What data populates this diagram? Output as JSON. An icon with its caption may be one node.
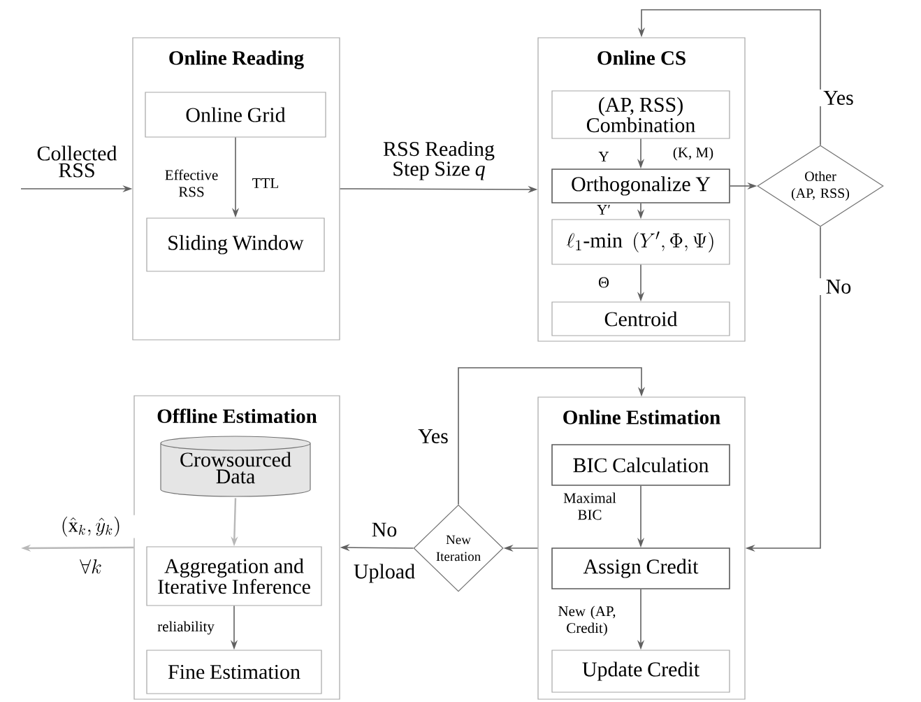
{
  "diagram": {
    "nodes": [
      {
        "text": [
          "Online Reading"
        ]
      },
      {
        "text": [
          "Online Grid"
        ],
        "in": 0
      },
      {
        "text": [
          "Sliding Window"
        ],
        "in": 0
      },
      {
        "text": [
          "Online CS"
        ]
      },
      {
        "text": [
          "(AP, RSS) Combination"
        ],
        "in": 3
      },
      {
        "text": [
          "Orthogonalize Y"
        ],
        "in": 3
      },
      {
        "text": [
          "\\ell_1\\text{-min}\\ \\ (Y',\\Phi,\\Psi)"
        ],
        "in": 3
      },
      {
        "text": [
          "Centroid"
        ],
        "in": 3
      },
      {
        "text": [
          "Other (AP, RSS)"
        ]
      },
      {
        "text": [
          "Offline Estimation"
        ]
      },
      {
        "text": [
          "Crowsourced Data"
        ],
        "in": 9
      },
      {
        "text": [
          "Aggregation and Iterative Inference"
        ],
        "in": 9
      },
      {
        "text": [
          "Fine Estimation"
        ],
        "in": 9
      },
      {
        "text": [
          "New Iteration"
        ]
      },
      {
        "text": [
          "Online Estimation"
        ]
      },
      {
        "text": [
          "BIC Calculation"
        ],
        "in": 14
      },
      {
        "text": [
          "Assign Credit"
        ],
        "in": 14
      },
      {
        "text": [
          "Update Credit"
        ],
        "in": 14
      }
    ],
    "edges": [
      {
        "from": null,
        "to": 0,
        "arrow": "to",
        "label": "Collected RSS"
      },
      {
        "from": 1,
        "to": 2,
        "arrow": "to",
        "label": "Effective RSS"
      },
      {
        "from": 0,
        "to": 3,
        "arrow": "to",
        "label": "RSS Reading Step Size *q*"
      },
      {
        "from": 4,
        "to": 5,
        "arrow": "to",
        "label": "Y"
      },
      {
        "from": 5,
        "to": 6,
        "arrow": "to",
        "label": "Y′"
      },
      {
        "from": 6,
        "to": 7,
        "arrow": "to",
        "label": "Θ"
      },
      {
        "from": 5,
        "to": 8,
        "arrow": "to"
      },
      {
        "from": 8,
        "to": 3,
        "arrow": "to",
        "label": "Yes"
      },
      {
        "from": 8,
        "to": 14,
        "arrow": "to",
        "label": "No"
      },
      {
        "from": 14,
        "to": 13,
        "arrow": "to"
      },
      {
        "from": 13,
        "to": 14,
        "arrow": "to",
        "label": "Yes"
      },
      {
        "from": 13,
        "to": 9,
        "arrow": "to",
        "label": "No"
      },
      {
        "from": 9,
        "to": null,
        "arrow": "to",
        "label": "\\left(\\hat{\\mathrm{x}}_k,\\hat{y}_k\\right)",
        "color": "#b8b8b8"
      },
      {
        "from": 10,
        "to": 11,
        "arrow": "to",
        "color": "#b8b8b8"
      },
      {
        "from": 11,
        "to": 12,
        "arrow": "to",
        "label": "reliability"
      },
      {
        "from": 15,
        "to": 16,
        "arrow": "to",
        "label": "Maximal BIC"
      },
      {
        "from": 16,
        "to": 17,
        "arrow": "to",
        "label": "New (AP, Credit)"
      }
    ],
    "labels": [
      "TTL",
      "(K, M)",
      "Upload",
      "\\forall k"
    ]
  }
}
